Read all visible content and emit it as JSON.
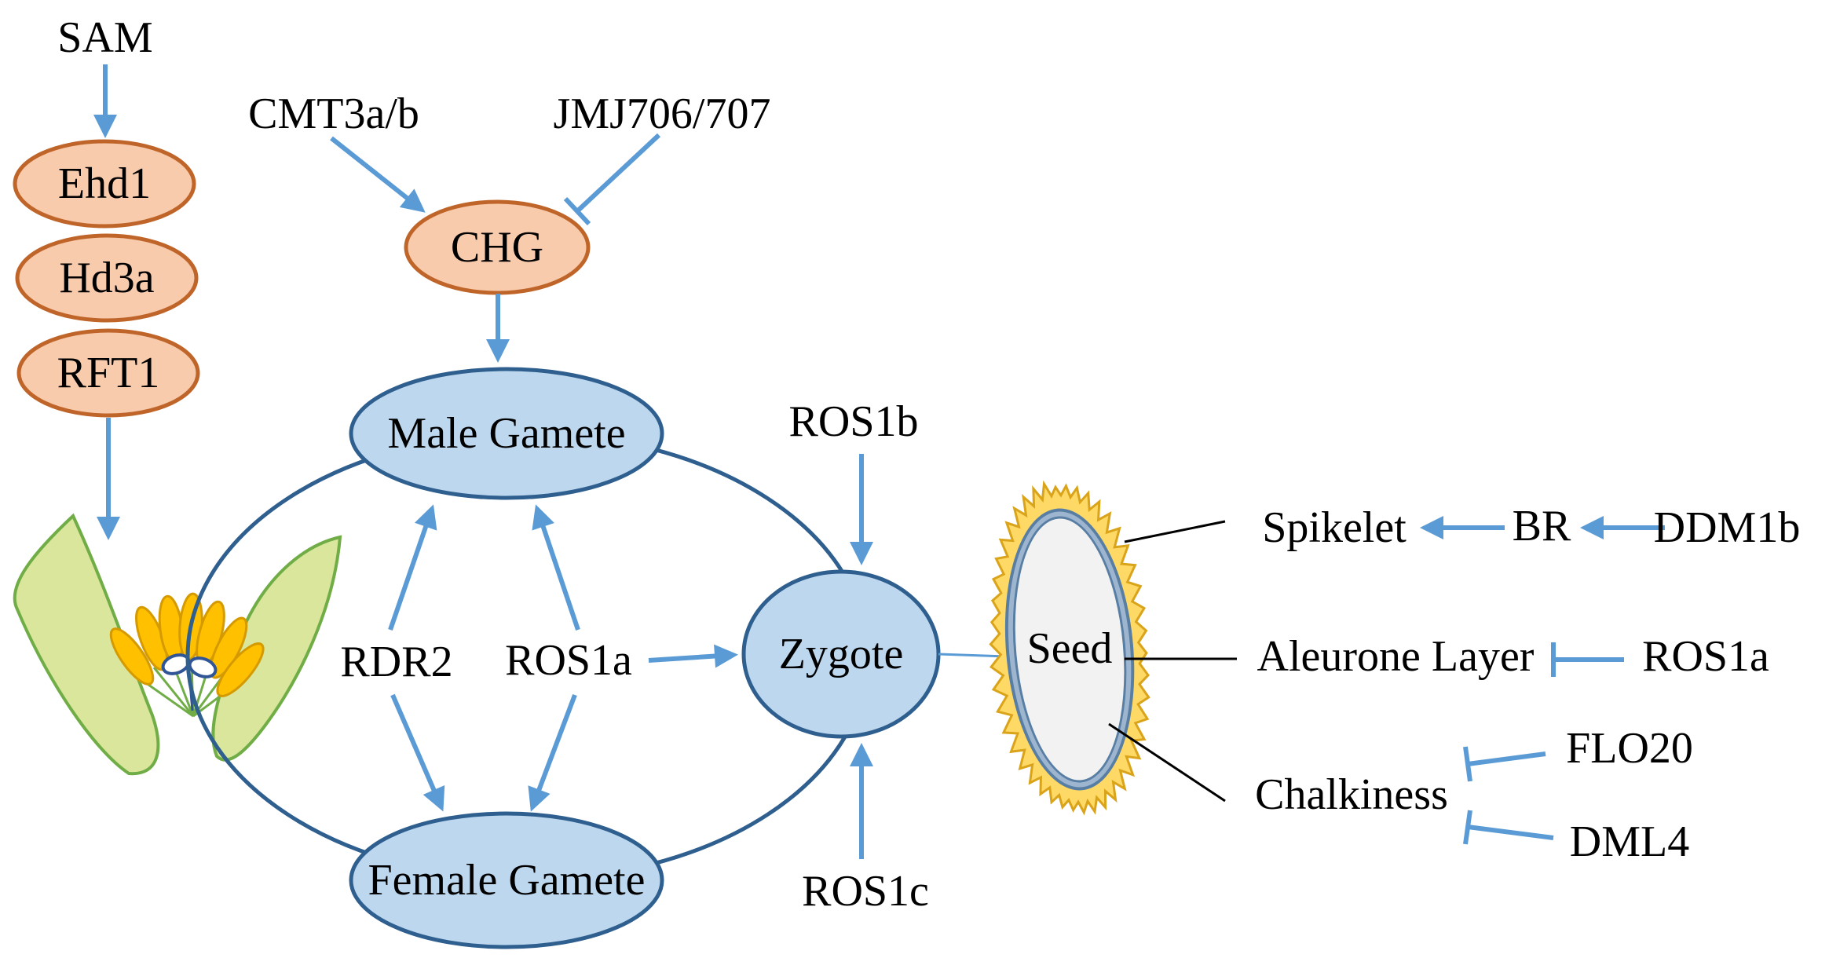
{
  "labels": {
    "sam": "SAM",
    "ehd1": "Ehd1",
    "hd3a": "Hd3a",
    "rft1": "RFT1",
    "cmt3": "CMT3a/b",
    "jmj": "JMJ706/707",
    "chg": "CHG",
    "male_gamete": "Male Gamete",
    "female_gamete": "Female Gamete",
    "zygote": "Zygote",
    "rdr2": "RDR2",
    "ros1a_gamete": "ROS1a",
    "ros1b": "ROS1b",
    "ros1c": "ROS1c",
    "seed": "Seed",
    "spikelet": "Spikelet",
    "br": "BR",
    "ddm1b": "DDM1b",
    "aleurone": "Aleurone Layer",
    "ros1a_aleurone": "ROS1a",
    "chalkiness": "Chalkiness",
    "flo20": "FLO20",
    "dml4": "DML4"
  },
  "colors": {
    "activation_arrow": "#5B9BD5",
    "inhibition_line": "#5B9BD5",
    "gene_node_fill": "#F8CBAD",
    "gene_node_stroke": "#C0652A",
    "cell_node_fill": "#BDD7EE",
    "cell_node_stroke": "#2F5F8F",
    "cycle_line": "#2F5F8F",
    "pointer_line": "#000000",
    "seed_husk": "#FFD966",
    "seed_inner": "#F2F2F2"
  }
}
